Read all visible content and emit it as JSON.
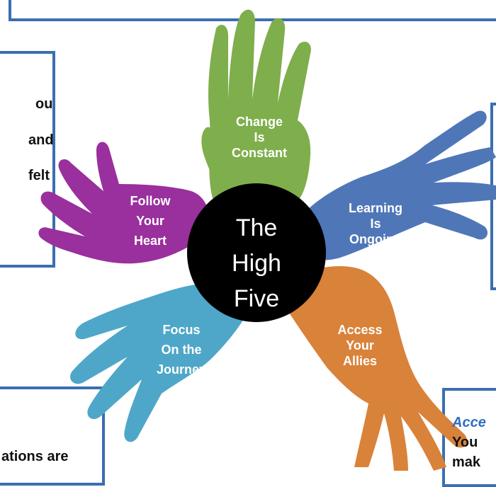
{
  "center": {
    "lines": [
      "The",
      "High",
      "Five"
    ]
  },
  "hands": [
    {
      "name": "change",
      "color": "#7fae4c",
      "lines": [
        "Change",
        "Is",
        "Constant"
      ]
    },
    {
      "name": "learning",
      "color": "#4f77b8",
      "lines": [
        "Learning",
        "Is",
        "Ongoing"
      ]
    },
    {
      "name": "allies",
      "color": "#d9823a",
      "lines": [
        "Access",
        "Your",
        "Allies"
      ]
    },
    {
      "name": "journey",
      "color": "#4ea7c8",
      "lines": [
        "Focus",
        "On the",
        "Journey"
      ]
    },
    {
      "name": "heart",
      "color": "#9a2f9e",
      "lines": [
        "Follow",
        "Your",
        "Heart"
      ]
    }
  ],
  "left_box_fragments": [
    "ou",
    "and",
    "felt"
  ],
  "bottom_left_fragment": "ations are",
  "bottom_right_fragments": {
    "italic": "Acce",
    "bold": "You",
    "cut": "mak"
  }
}
